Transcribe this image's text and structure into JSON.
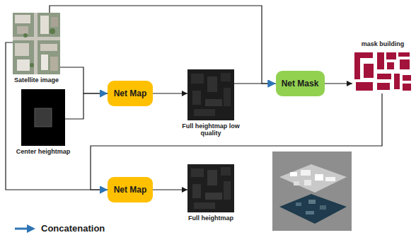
{
  "diagram": {
    "nodes": [
      {
        "text": [
          "Satellite image"
        ]
      },
      {
        "text": [
          "Center heightmap"
        ]
      },
      {
        "text": [
          "Net Map"
        ]
      },
      {
        "text": [
          "Full heightmap low quality"
        ]
      },
      {
        "text": [
          "Net Mask"
        ]
      },
      {
        "text": [
          "mask building"
        ]
      },
      {
        "text": [
          "Net Map"
        ]
      },
      {
        "text": [
          "Full heightmap"
        ]
      }
    ],
    "edges": [
      {
        "from": 0,
        "to": 2,
        "arrow": "to"
      },
      {
        "from": 1,
        "to": 2,
        "arrow": "to"
      },
      {
        "from": 2,
        "to": 3,
        "arrow": "to"
      },
      {
        "from": 3,
        "to": 4,
        "arrow": "to"
      },
      {
        "from": 0,
        "to": 4,
        "arrow": "to"
      },
      {
        "from": 4,
        "to": 5,
        "arrow": "to"
      },
      {
        "from": 5,
        "to": 6,
        "arrow": "to"
      },
      {
        "from": 0,
        "to": 6,
        "arrow": "to"
      },
      {
        "from": 6,
        "to": 7,
        "arrow": "to"
      }
    ],
    "legend": [
      {
        "text": "Concatenation"
      }
    ]
  }
}
